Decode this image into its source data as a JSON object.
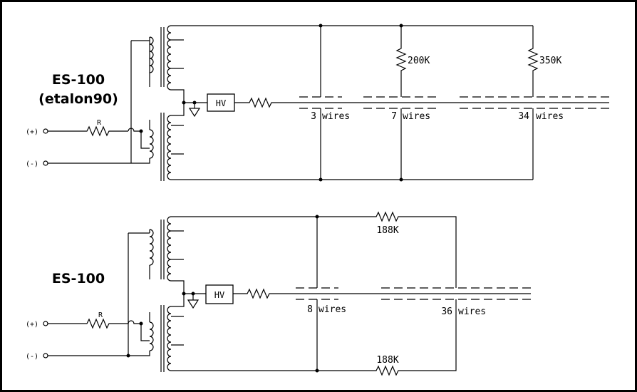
{
  "circuits": [
    {
      "title_line1": "ES-100",
      "title_line2": "(etalon90)",
      "resistor_in": "R",
      "pos_terminal": "(+)",
      "neg_terminal": "(-)",
      "hv_label": "HV",
      "branch_a": {
        "count": "3",
        "unit": "wires"
      },
      "branch_b": {
        "count": "7",
        "unit": "wires",
        "resistor": "200K"
      },
      "branch_c": {
        "count": "34",
        "unit": "wires",
        "resistor": "350K"
      }
    },
    {
      "title_line1": "ES-100",
      "resistor_in": "R",
      "pos_terminal": "(+)",
      "neg_terminal": "(-)",
      "hv_label": "HV",
      "branch_a": {
        "count": "8",
        "unit": "wires"
      },
      "branch_b": {
        "count": "36",
        "unit": "wires"
      },
      "top_resistor": "188K",
      "bottom_resistor": "188K"
    }
  ]
}
